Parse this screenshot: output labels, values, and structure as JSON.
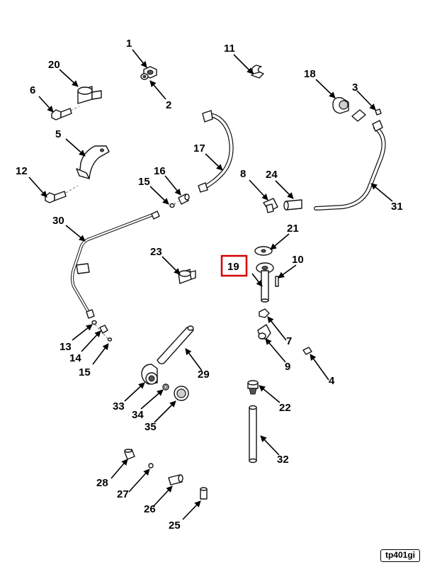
{
  "image_tag": "tp401gi",
  "highlight_color": "#d60000",
  "highlighted_callout": "19",
  "callouts": [
    {
      "id": "c1",
      "label": "1"
    },
    {
      "id": "c2",
      "label": "2"
    },
    {
      "id": "c3",
      "label": "3"
    },
    {
      "id": "c4",
      "label": "4"
    },
    {
      "id": "c5",
      "label": "5"
    },
    {
      "id": "c6",
      "label": "6"
    },
    {
      "id": "c7",
      "label": "7"
    },
    {
      "id": "c8",
      "label": "8"
    },
    {
      "id": "c9",
      "label": "9"
    },
    {
      "id": "c10",
      "label": "10"
    },
    {
      "id": "c11",
      "label": "11"
    },
    {
      "id": "c12",
      "label": "12"
    },
    {
      "id": "c13",
      "label": "13"
    },
    {
      "id": "c14",
      "label": "14"
    },
    {
      "id": "c15a",
      "label": "15"
    },
    {
      "id": "c15b",
      "label": "15"
    },
    {
      "id": "c16",
      "label": "16"
    },
    {
      "id": "c17",
      "label": "17"
    },
    {
      "id": "c18",
      "label": "18"
    },
    {
      "id": "c19",
      "label": "19"
    },
    {
      "id": "c20",
      "label": "20"
    },
    {
      "id": "c21",
      "label": "21"
    },
    {
      "id": "c22",
      "label": "22"
    },
    {
      "id": "c23",
      "label": "23"
    },
    {
      "id": "c24",
      "label": "24"
    },
    {
      "id": "c25",
      "label": "25"
    },
    {
      "id": "c26",
      "label": "26"
    },
    {
      "id": "c27",
      "label": "27"
    },
    {
      "id": "c28",
      "label": "28"
    },
    {
      "id": "c29",
      "label": "29"
    },
    {
      "id": "c30",
      "label": "30"
    },
    {
      "id": "c31",
      "label": "31"
    },
    {
      "id": "c32",
      "label": "32"
    },
    {
      "id": "c33",
      "label": "33"
    },
    {
      "id": "c34",
      "label": "34"
    },
    {
      "id": "c35",
      "label": "35"
    }
  ]
}
